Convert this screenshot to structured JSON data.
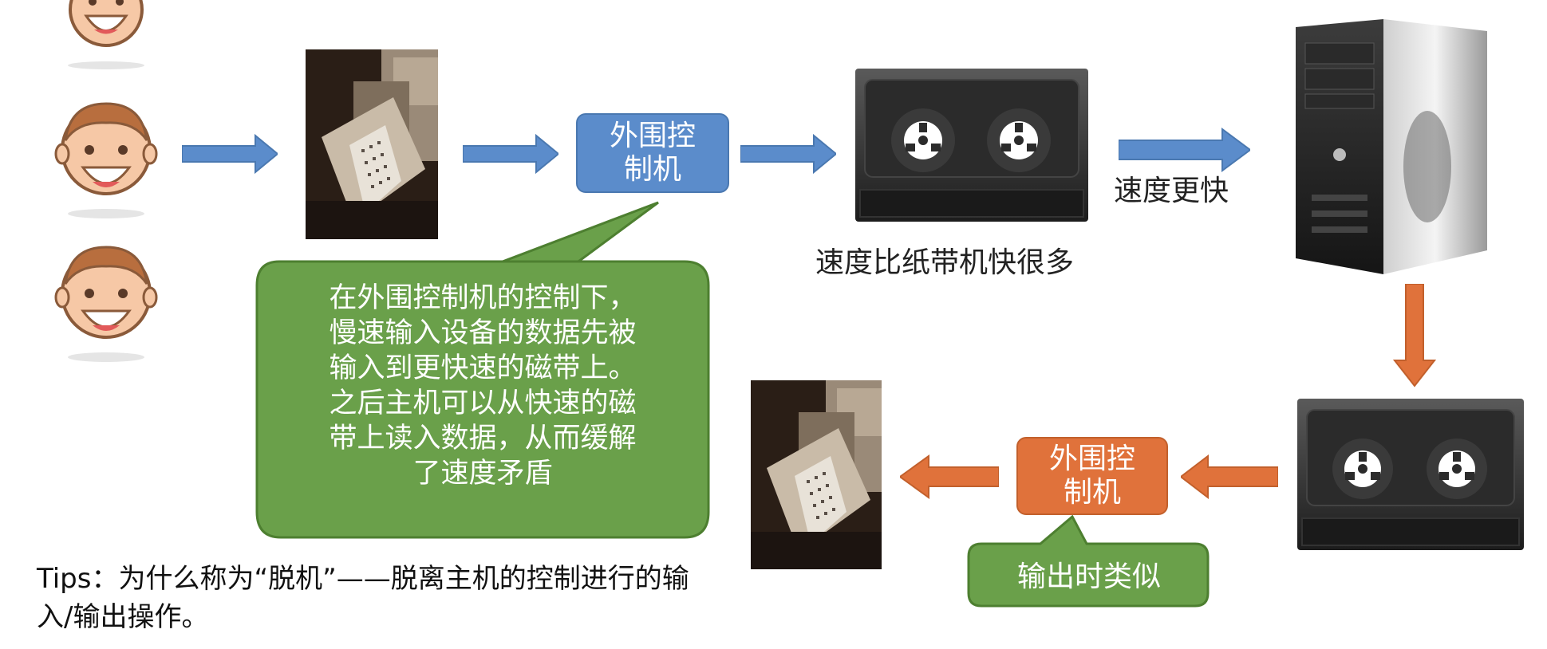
{
  "colors": {
    "blue": "#5b8ccb",
    "orange": "#e0723b",
    "green": "#6aa04a",
    "green_dark": "#4d7f30",
    "tape_dark": "#2b2b2b"
  },
  "input_flow": {
    "controller_label": "外围控\n制机",
    "tape_caption": "速度比纸带机快很多",
    "to_host_caption": "速度更快"
  },
  "callout": {
    "text": "在外围控制机的控制下，\n慢速输入设备的数据先被\n输入到更快速的磁带上。\n之后主机可以从快速的磁\n带上读入数据，从而缓解\n了速度矛盾"
  },
  "output_flow": {
    "controller_label": "外围控\n制机",
    "note": "输出时类似"
  },
  "tips": {
    "text": "Tips：为什么称为“脱机”——脱离主机的控制进行的输入/输出操作。"
  },
  "icons": [
    "face-icon",
    "paper-tape-machine-icon",
    "tape-drive-icon",
    "computer-tower-icon",
    "arrow-icon"
  ]
}
